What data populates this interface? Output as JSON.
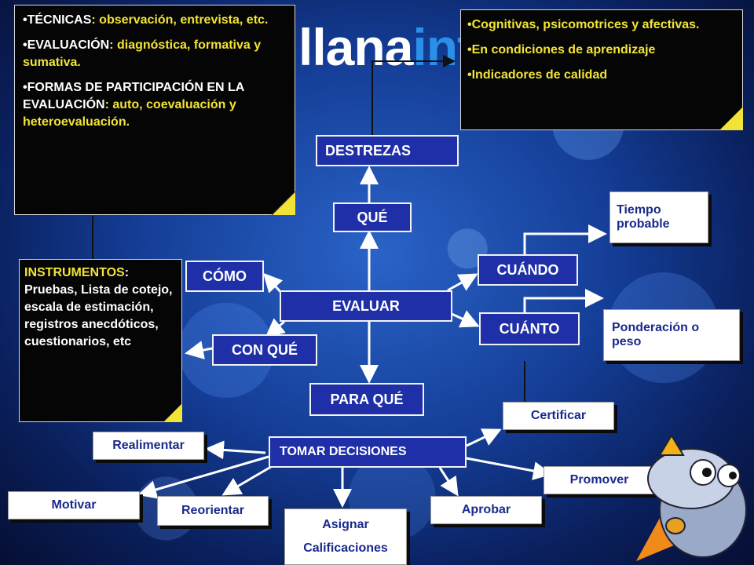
{
  "logo": {
    "left": "llana",
    "right": "int"
  },
  "notes": {
    "tecnicas": [
      {
        "label": "TÉCNICAS",
        "value": ": observación, entrevista, etc."
      },
      {
        "label": "EVALUACIÓN",
        "value": ": diagnóstica, formativa y sumativa."
      },
      {
        "label": "FORMAS DE PARTICIPACIÓN EN LA EVALUACIÓN",
        "value": ": auto, coevaluación y heteroevaluación."
      }
    ],
    "destrezas": [
      "Cognitivas, psicomotrices y afectivas.",
      "En condiciones de aprendizaje",
      "Indicadores de calidad"
    ],
    "instrumentos": {
      "label": "INSTRUMENTOS",
      "value": ": Pruebas, Lista de cotejo, escala de estimación, registros anecdóticos, cuestionarios, etc"
    },
    "bullet": "•"
  },
  "nodes": {
    "evaluar": "EVALUAR",
    "que": "QUÉ",
    "destrezas": "DESTREZAS",
    "como": "CÓMO",
    "con_que": "CON QUÉ",
    "cuando": "CUÁNDO",
    "cuanto": "CUÁNTO",
    "para_que": "PARA QUÉ",
    "tomar_decisiones": "TOMAR DECISIONES",
    "tiempo_probable": "Tiempo probable",
    "ponderacion": "Ponderación o peso",
    "certificar": "Certificar",
    "realimentar": "Realimentar",
    "motivar": "Motivar",
    "reorientar": "Reorientar",
    "asignar_1": "Asignar",
    "asignar_2": "Calificaciones",
    "aprobar": "Aprobar",
    "promover": "Promover"
  },
  "colors": {
    "accent_yellow": "#f2e436",
    "node_blue": "#1f2fa8",
    "text_navy": "#1a2a8c"
  }
}
